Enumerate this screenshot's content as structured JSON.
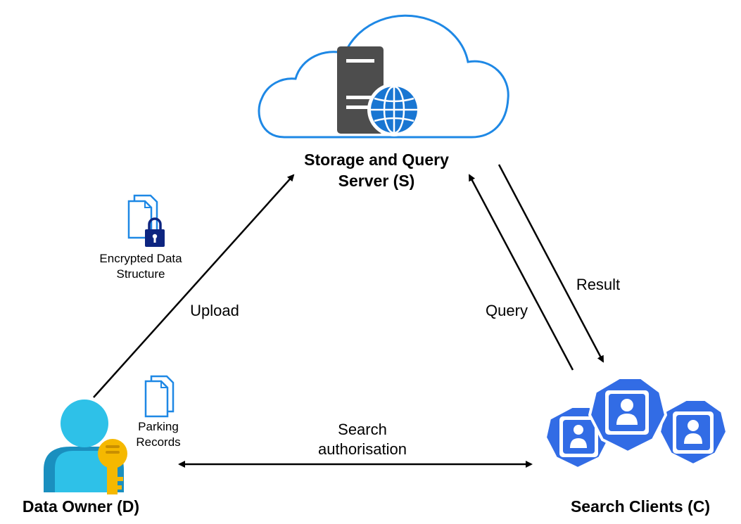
{
  "nodes": {
    "server": {
      "line1": "Storage and Query",
      "line2": "Server (S)",
      "icon": "cloud-server-icon"
    },
    "owner": {
      "label": "Data Owner (D)",
      "icon": "user-key-icon"
    },
    "clients": {
      "label": "Search Clients (C)",
      "icon": "user-group-icon"
    }
  },
  "documents": {
    "encrypted": {
      "line1": "Encrypted Data",
      "line2": "Structure",
      "icon": "locked-document-icon"
    },
    "records": {
      "line1": "Parking",
      "line2": "Records",
      "icon": "documents-icon"
    }
  },
  "edges": {
    "upload": "Upload",
    "query": "Query",
    "result": "Result",
    "search_line1": "Search",
    "search_line2": "authorisation"
  },
  "colors": {
    "cloud_outline": "#1e88e5",
    "server_body": "#4d4d4d",
    "globe": "#1976d2",
    "person_light": "#2ec1e8",
    "person_dark": "#1a8fbf",
    "key": "#f5b800",
    "client_badge": "#326ce5",
    "document": "#1e88e5",
    "lock": "#0d2580",
    "arrow": "#000000"
  }
}
